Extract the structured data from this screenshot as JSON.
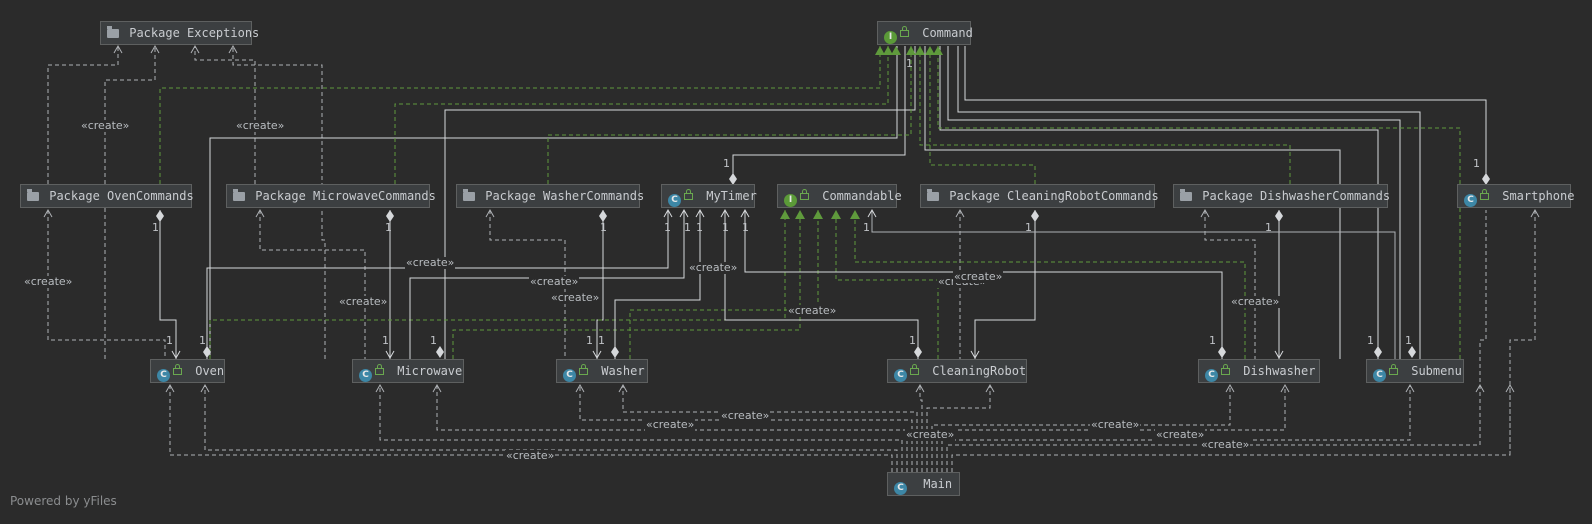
{
  "nodes": {
    "exceptions": {
      "label": "Package Exceptions",
      "kind": "package"
    },
    "command": {
      "label": "Command",
      "kind": "interface"
    },
    "oven_cmds": {
      "label": "Package OvenCommands",
      "kind": "package"
    },
    "microwave_cmds": {
      "label": "Package MicrowaveCommands",
      "kind": "package"
    },
    "washer_cmds": {
      "label": "Package WasherCommands",
      "kind": "package"
    },
    "mytimer": {
      "label": "MyTimer",
      "kind": "class"
    },
    "commandable": {
      "label": "Commandable",
      "kind": "interface"
    },
    "robot_cmds": {
      "label": "Package CleaningRobotCommands",
      "kind": "package"
    },
    "dish_cmds": {
      "label": "Package DishwasherCommands",
      "kind": "package"
    },
    "smartphone": {
      "label": "Smartphone",
      "kind": "class"
    },
    "oven": {
      "label": "Oven",
      "kind": "class"
    },
    "microwave": {
      "label": "Microwave",
      "kind": "class"
    },
    "washer": {
      "label": "Washer",
      "kind": "class"
    },
    "robot": {
      "label": "CleaningRobot",
      "kind": "class"
    },
    "dishwasher": {
      "label": "Dishwasher",
      "kind": "class"
    },
    "submenu": {
      "label": "Submenu",
      "kind": "class"
    },
    "main": {
      "label": "Main",
      "kind": "main"
    }
  },
  "icons": {
    "class": "C",
    "interface": "I",
    "package": "package-icon",
    "main": "C"
  },
  "create_label": "«create»",
  "multiplicity": "1",
  "watermark": "Powered by yFiles",
  "colors": {
    "background": "#2b2b2b",
    "node_fill": "#3c3f41",
    "dependency": "#aeb1b5",
    "realization": "#5f9a3c",
    "association": "#d6d8db"
  }
}
